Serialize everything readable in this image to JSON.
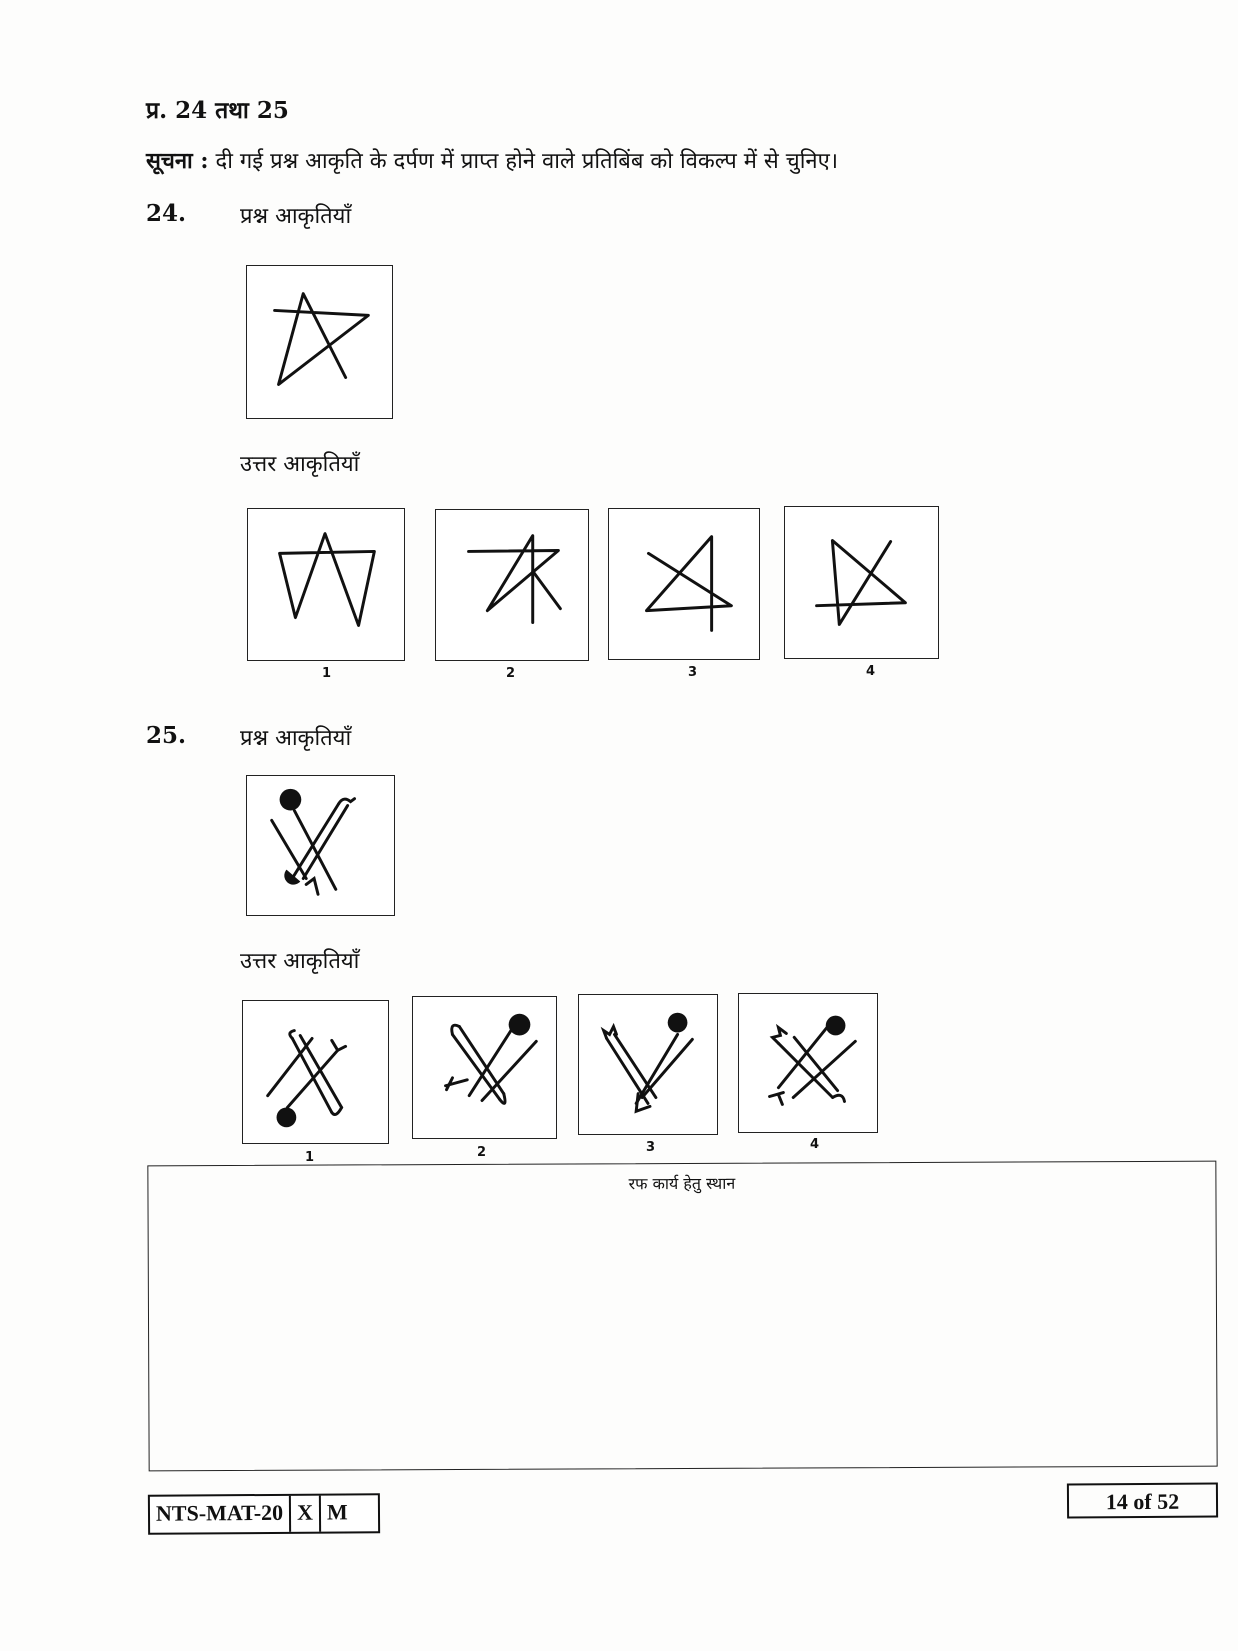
{
  "header": {
    "heading": "प्र. 24 तथा 25",
    "notice_label": "सूचना :",
    "notice_text": "दी गई प्रश्न आकृति के दर्पण में प्राप्त होने वाले प्रतिबिंब को विकल्प में से चुनिए।"
  },
  "q24": {
    "number": "24.",
    "question_label": "प्रश्न आकृतियाँ",
    "answer_label": "उत्तर आकृतियाँ",
    "options": [
      "1",
      "2",
      "3",
      "4"
    ]
  },
  "q25": {
    "number": "25.",
    "question_label": "प्रश्न आकृतियाँ",
    "answer_label": "उत्तर आकृतियाँ",
    "options": [
      "1",
      "2",
      "3",
      "4"
    ]
  },
  "rough_work": {
    "label": "रफ कार्य हेतु स्थान"
  },
  "footer": {
    "code": "NTS-MAT-20",
    "box1": "X",
    "box2": "M",
    "page": "14 of 52"
  }
}
